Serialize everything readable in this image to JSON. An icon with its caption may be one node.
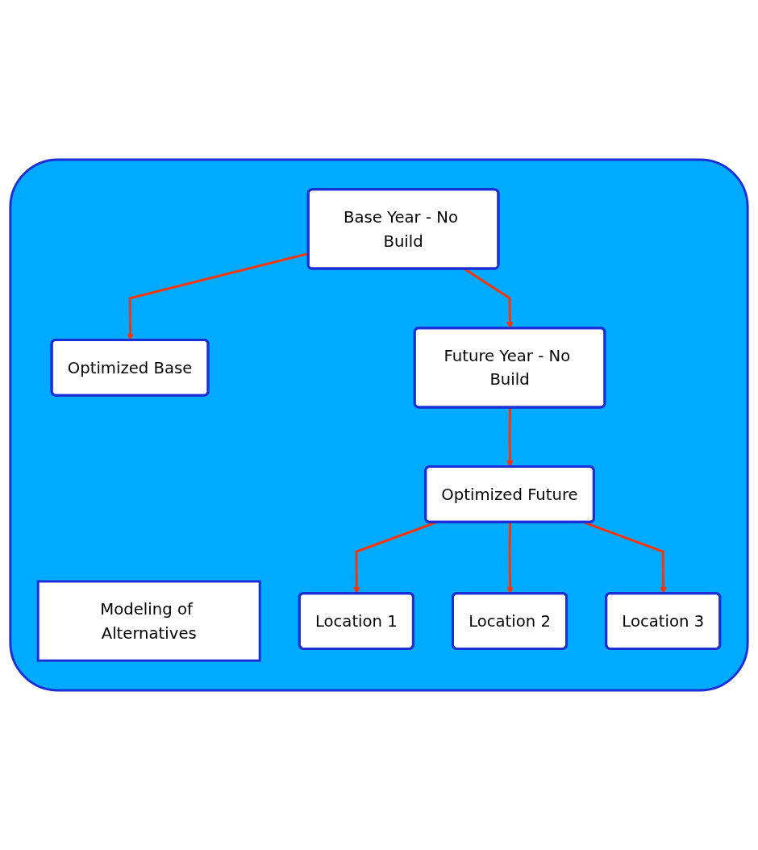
{
  "diagram": {
    "nodes": [
      {
        "text": [],
        "shape": "box"
      },
      {
        "text": [
          "Modeling of Alternatives"
        ],
        "in": 0
      },
      {
        "text": [
          "Base Year - No Build"
        ],
        "in": 0
      },
      {
        "text": [
          "Optimized Base"
        ],
        "in": 0
      },
      {
        "text": [
          "Future Year - No Build"
        ],
        "in": 0
      },
      {
        "text": [
          "Optimized Future"
        ],
        "in": 0
      },
      {
        "text": [
          "Location 1"
        ],
        "in": 0
      },
      {
        "text": [
          "Location 2"
        ],
        "in": 0
      },
      {
        "text": [
          "Location 3"
        ],
        "in": 0
      }
    ],
    "edges": [
      {
        "from": 2,
        "to": 3,
        "arrow": "to"
      },
      {
        "from": 2,
        "to": 4,
        "arrow": "to"
      },
      {
        "from": 4,
        "to": 5,
        "arrow": "to"
      },
      {
        "from": 5,
        "to": 6,
        "arrow": "to"
      },
      {
        "from": 5,
        "to": 7,
        "arrow": "to"
      },
      {
        "from": 5,
        "to": 8,
        "arrow": "to"
      }
    ]
  }
}
